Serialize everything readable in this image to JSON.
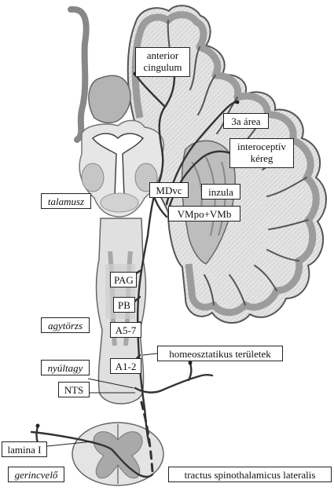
{
  "labels": {
    "anterior_cingulum": "anterior\ncingulum",
    "area_3a": "3a área",
    "interoceptive_cortex": "interoceptív\nkéreg",
    "insula": "inzula",
    "mdvc": "MDvc",
    "vmpo_vmb": "VMpo+VMb",
    "thalamus": "talamusz",
    "pag": "PAG",
    "pb": "PB",
    "a5_7": "A5-7",
    "a1_2": "A1-2",
    "brainstem": "agytörzs",
    "medulla": "nyúltagy",
    "nts": "NTS",
    "homeostatic_areas": "homeosztatikus területek",
    "lamina_i": "lamina I",
    "spinal_cord": "gerincvelő",
    "spinothalamic_tract": "tractus spinothalamicus lateralis"
  },
  "colors": {
    "tissue_fill": "#e2e2e2",
    "gray_matter": "#a8a8a8",
    "outline": "#2b2b2b",
    "pathway": "#333333"
  }
}
